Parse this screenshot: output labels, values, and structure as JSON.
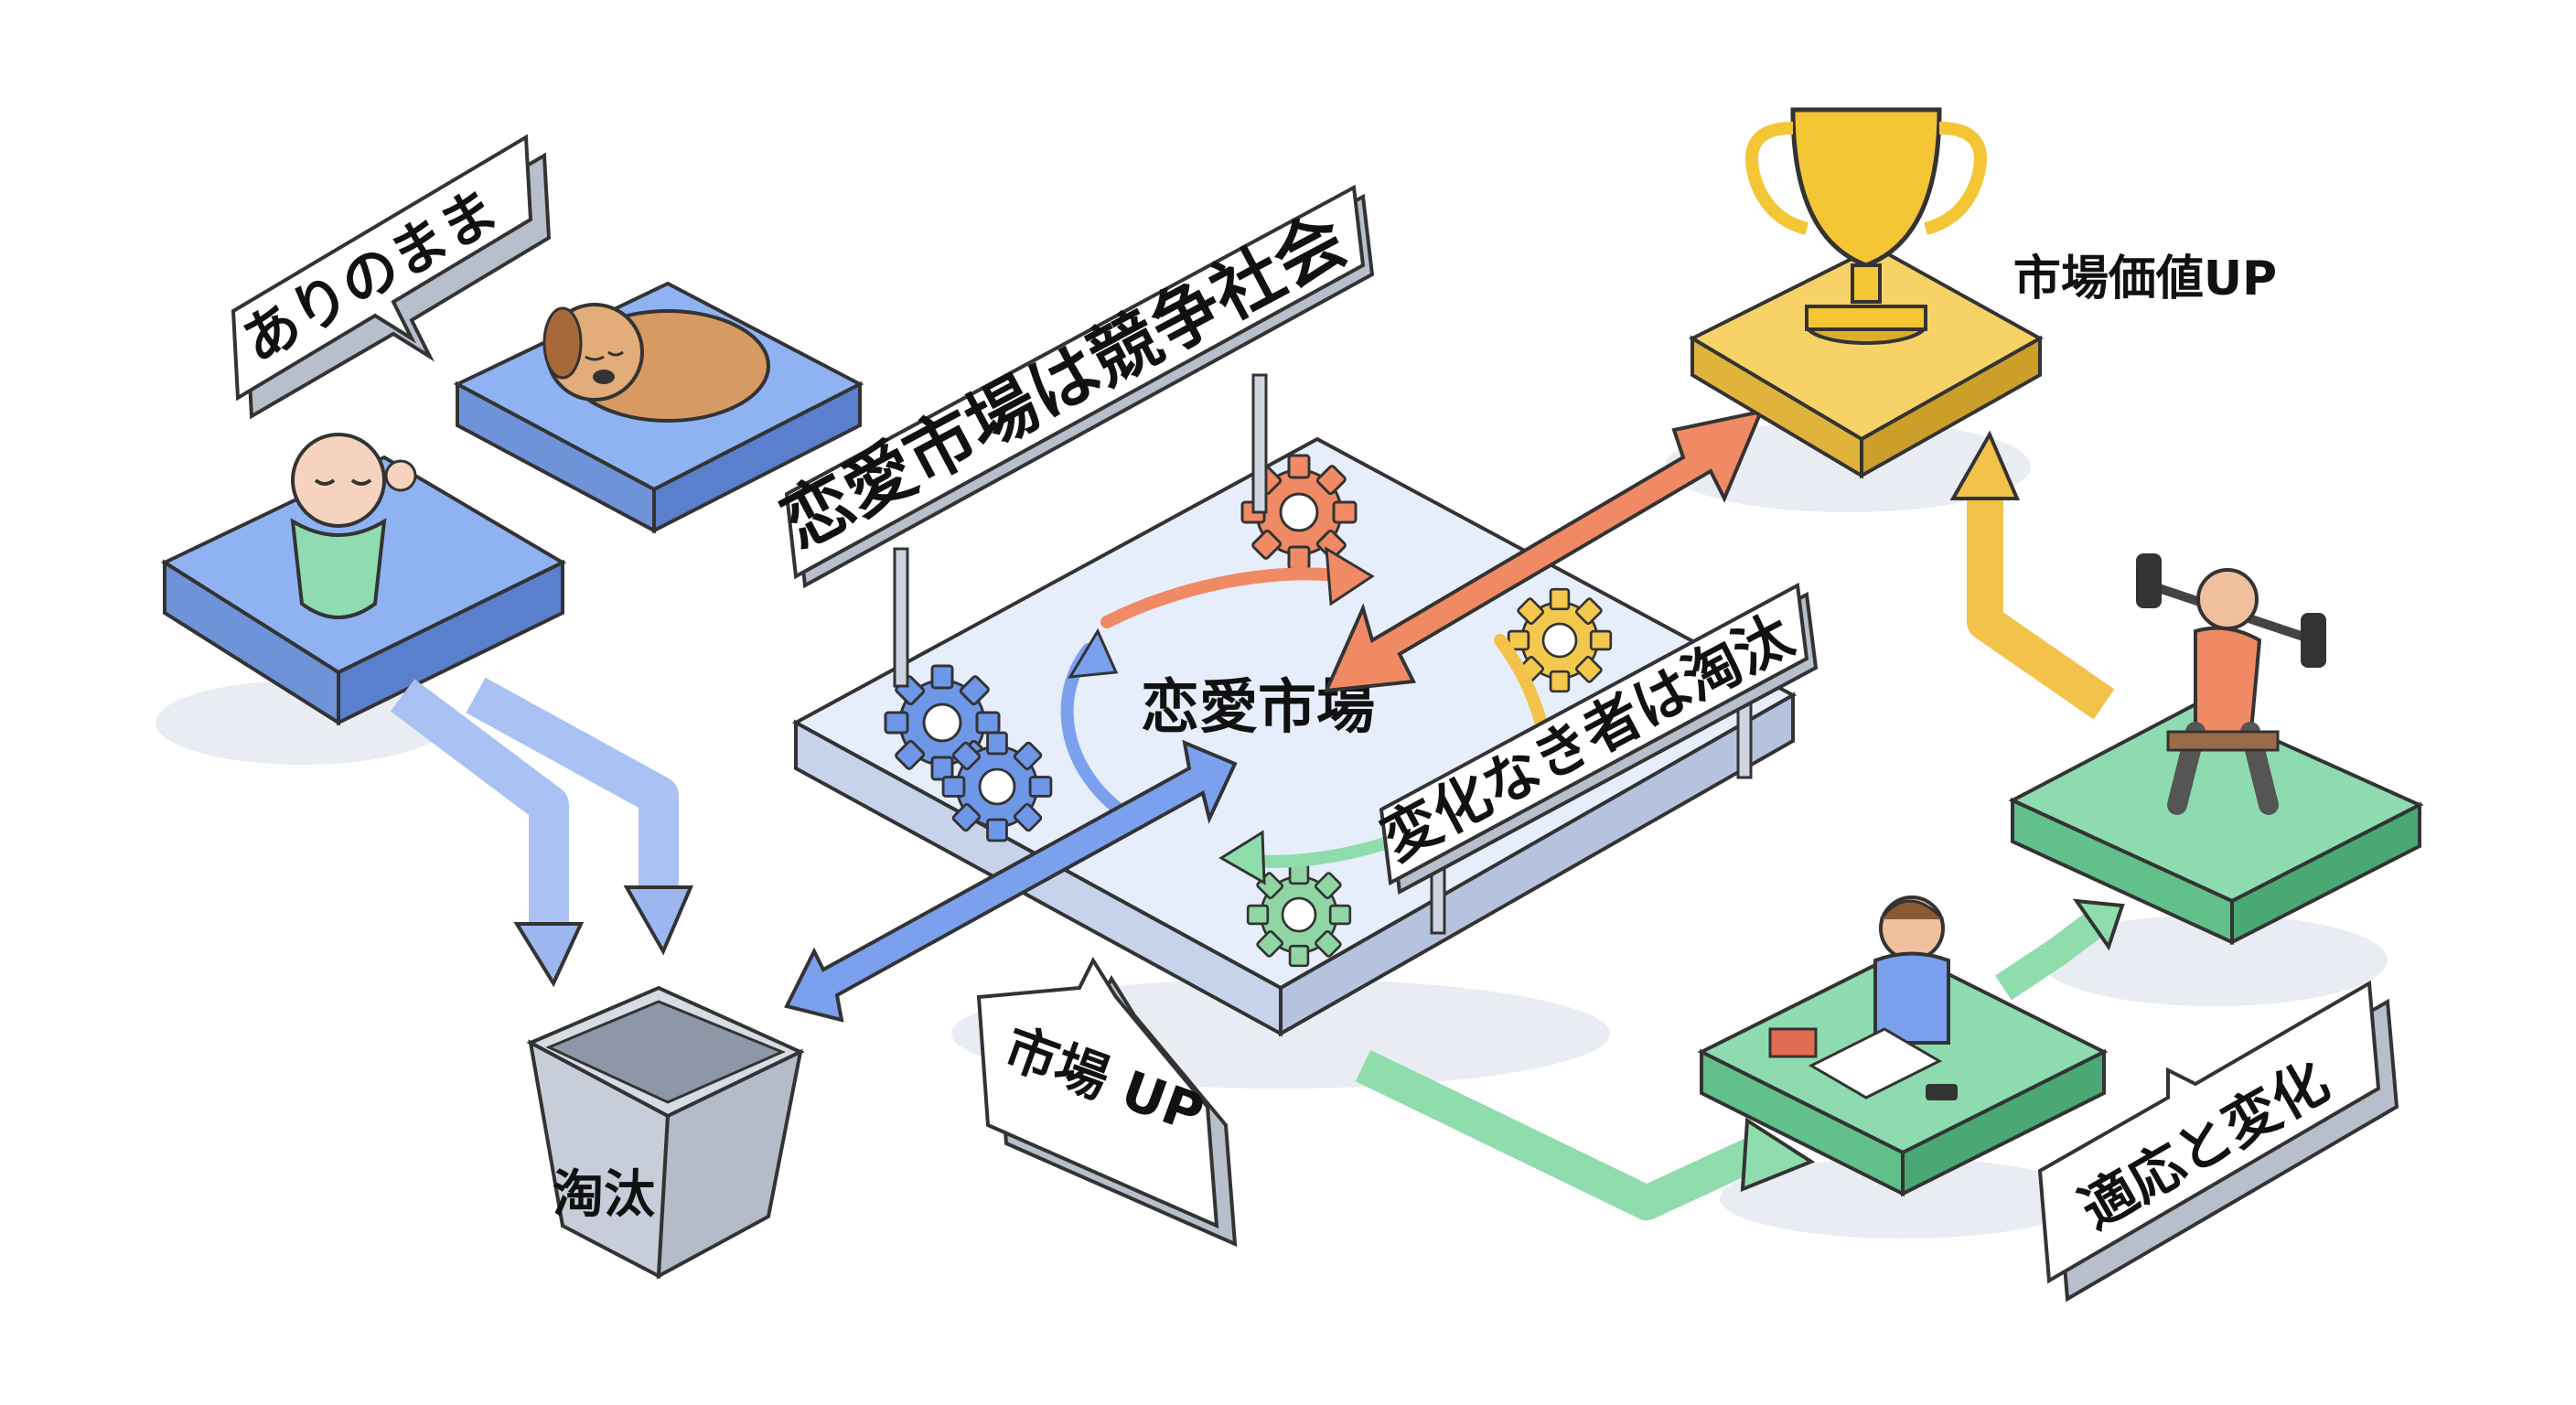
{
  "labels": {
    "arinomama": "ありのまま",
    "competition_sign": "恋愛市場は競争社会",
    "market_center": "恋愛市場",
    "unchanged_eliminated": "変化なき者は淘汰",
    "market_value_up": "市場価値UP",
    "market_up_small": "市場 UP",
    "trash_label": "淘汰",
    "adapt_change": "適応と変化"
  },
  "colors": {
    "blue_platform": "#8fb3f2",
    "green_platform": "#8fdbb0",
    "gold_platform": "#f6d267",
    "market_platform": "#e7eefb",
    "blue_arrow": "#7aa0ee",
    "orange_arrow": "#f08a64",
    "green_arrow": "#8fdcac",
    "yellow_arrow": "#f3c24a"
  },
  "icons": {
    "baby": "baby-icon",
    "puppy": "sleeping-puppy-icon",
    "trophy": "trophy-icon",
    "weightlifter": "weightlifter-icon",
    "student": "studying-person-icon",
    "trash": "trash-bin-icon",
    "gear": "gear-icon"
  }
}
